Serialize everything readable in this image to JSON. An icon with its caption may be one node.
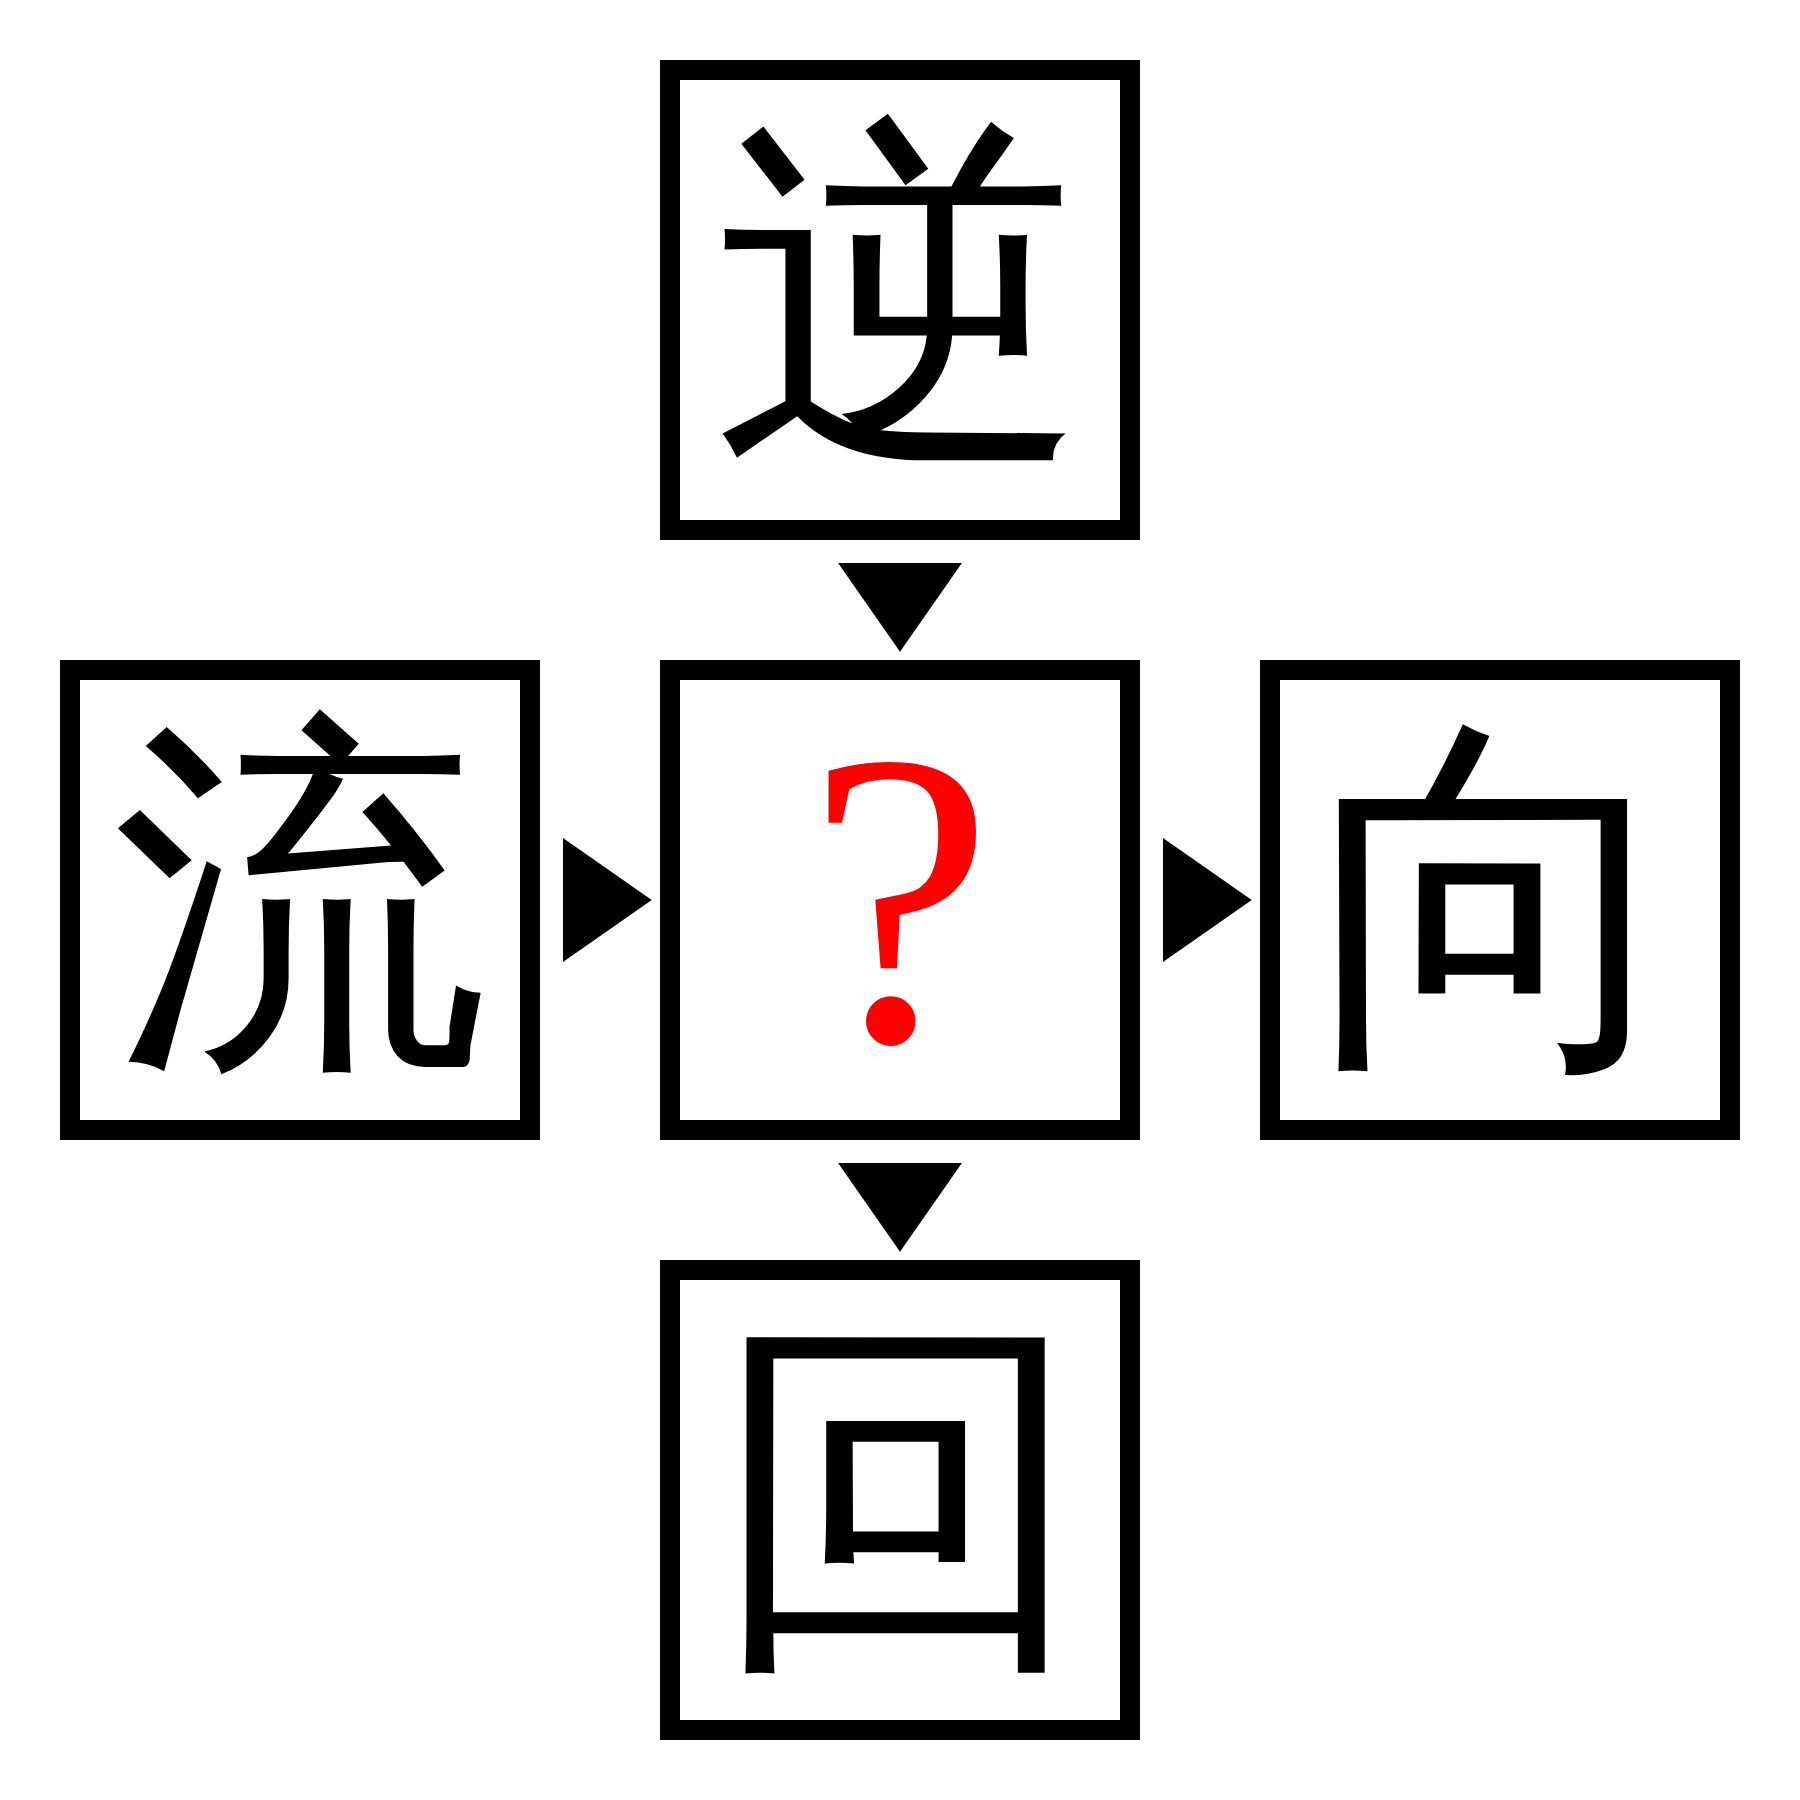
{
  "diagram": {
    "nodes": [
      {
        "text": [
          "逆"
        ]
      },
      {
        "text": [
          "流"
        ]
      },
      {
        "text": [
          "?"
        ]
      },
      {
        "text": [
          "向"
        ]
      },
      {
        "text": [
          "回"
        ]
      }
    ],
    "edges": [
      {
        "from": 0,
        "to": 2,
        "arrow": "to"
      },
      {
        "from": 1,
        "to": 2,
        "arrow": "to"
      },
      {
        "from": 2,
        "to": 3,
        "arrow": "to"
      },
      {
        "from": 2,
        "to": 4,
        "arrow": "to"
      }
    ]
  }
}
